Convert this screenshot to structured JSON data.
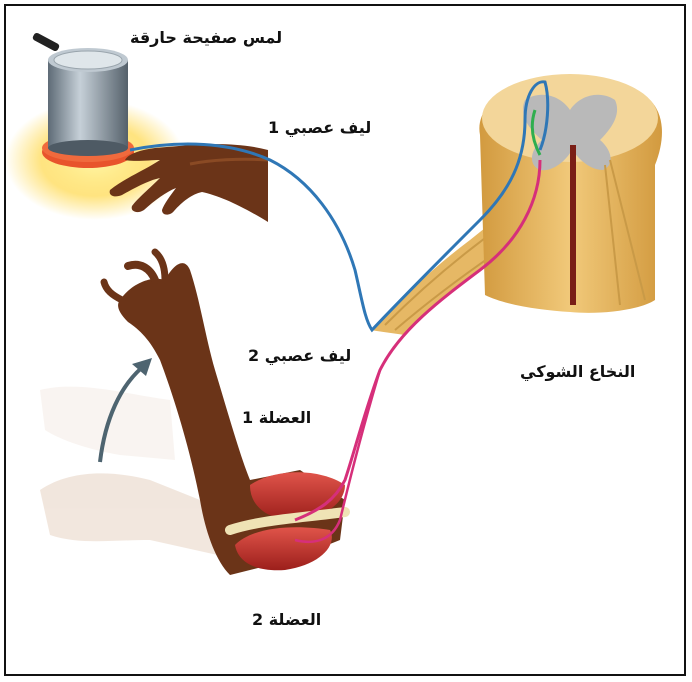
{
  "labels": {
    "hot_plate": "لمس صفيحة حارقة",
    "fiber1": "ليف عصبي 1",
    "fiber2": "ليف عصبي 2",
    "muscle1": "العضلة 1",
    "muscle2": "العضلة 2",
    "spinal_cord": "النخاع الشوكي"
  },
  "colors": {
    "sensory_fiber": "#2f77b6",
    "motor_fiber": "#d62f7a",
    "interneuron": "#2fae4f",
    "spinal_tissue": "#e6b865",
    "grey_matter": "#b9b9b9",
    "muscle": "#c8312b",
    "skin": "#7a3b1a",
    "pot": "#8d9aa6",
    "hot_plate": "#e8542c"
  }
}
